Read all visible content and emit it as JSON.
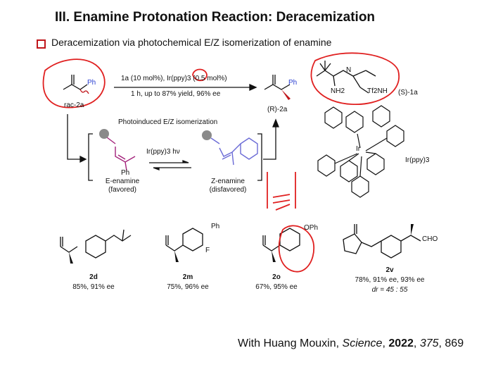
{
  "slide": {
    "title": "III. Enamine Protonation Reaction: Deracemization",
    "subtitle": "Deracemization via photochemical E/Z isomerization of enamine"
  },
  "scheme": {
    "substrate_ph": "Ph",
    "substrate_label": "rac-2a",
    "conditions_line1": "1a (10 mol%), Ir(ppy)3 (0.5 mol%)",
    "conditions_line2": "1 h, up to 87% yield, 96% ee",
    "product_ph": "Ph",
    "product_label": "(R)-2a",
    "catalyst_label": "(S)-1a",
    "catalyst_tf2nh": "Tf2NH",
    "catalyst_nh2": "NH2",
    "catalyst_n": "N",
    "photo_label": "Photoinduced E/Z isomerization",
    "photo_condition": "Ir(ppy)3  hν",
    "e_enamine_name": "E-enamine",
    "e_enamine_note": "(favored)",
    "z_enamine_name": "Z-enamine",
    "z_enamine_note": "(disfavored)",
    "e_ph": "Ph",
    "ir_label": "Ir(ppy)3",
    "ir_atom": "Ir"
  },
  "examples": [
    {
      "id": "2d",
      "result": "85%, 91% ee"
    },
    {
      "id": "2m",
      "result": "75%, 96% ee",
      "sub1": "Ph",
      "sub2": "F"
    },
    {
      "id": "2o",
      "result": "67%, 95% ee",
      "sub1": "OPh"
    },
    {
      "id": "2v",
      "result": "78%, 91% ee, 93% ee",
      "result2": "dr = 45 : 55",
      "sub1": "CHO"
    }
  ],
  "citation": {
    "prefix": "With Huang Mouxin, ",
    "journal": "Science",
    "year": "2022",
    "volume": "375",
    "pages": ", 869"
  },
  "colors": {
    "accent_red": "#c0161b",
    "enamine_purple": "#a3217a",
    "z_blue": "#6b6bd6",
    "ph_blue": "#2a3fd1",
    "annotation_red": "#e02020"
  }
}
